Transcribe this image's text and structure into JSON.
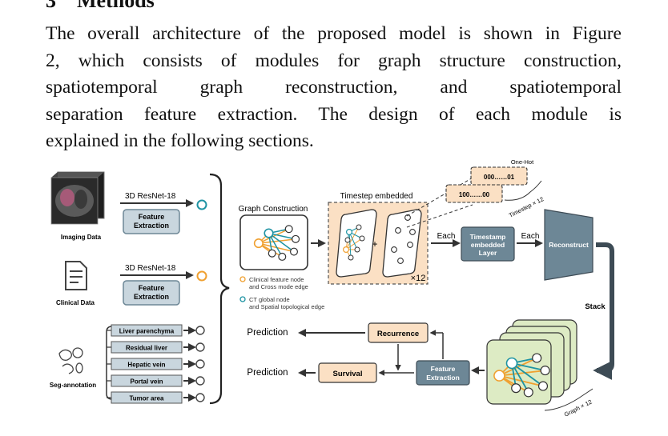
{
  "section": {
    "number": "3",
    "title": "Methods"
  },
  "paragraph_lines": [
    "The overall architecture of the proposed model is shown in Figure",
    "2, which consists of modules for graph structure construction,",
    "spatiotemporal graph reconstruction, and spatiotemporal",
    "separation feature extraction. The design of each module is",
    "explained in the following sections."
  ],
  "figure": {
    "inputs": {
      "imaging_label": "Imaging Data",
      "clinical_label": "Clinical Data",
      "seg_label": "Seg-annotation",
      "resnet_label_1": "3D ResNet-18",
      "resnet_label_2": "3D ResNet-18",
      "feature_extraction_1": [
        "Feature",
        "Extraction"
      ],
      "feature_extraction_2": [
        "Feature",
        "Extraction"
      ],
      "seg_items": [
        "Liver parenchyma",
        "Residual liver",
        "Hepatic vein",
        "Portal vein",
        "Tumor area"
      ]
    },
    "graph_construction": {
      "title": "Graph Construction",
      "legend_orange": [
        "Clinical feature node",
        "and Cross mode edge"
      ],
      "legend_teal": [
        "CT global node",
        "and Spatial topological edge"
      ]
    },
    "timestep": {
      "title": "Timestep embedded",
      "plus": "+",
      "times12": "×12",
      "onehot_label": "One-Hot",
      "onehot_1": "000……01",
      "onehot_2": "100……00",
      "timestep_x12": "Timestep × 12"
    },
    "timestamp_layer": [
      "Timestamp",
      "embedded",
      "Layer"
    ],
    "each_1": "Each",
    "each_2": "Each",
    "reconstruct": "Reconstruct",
    "stack": "Stack",
    "graph_x12": "Graph × 12",
    "bottom": {
      "recurrence": "Recurrence",
      "survival": "Survival",
      "prediction_1": "Prediction",
      "prediction_2": "Prediction",
      "feature_extraction": [
        "Feature",
        "Extraction"
      ]
    },
    "colors": {
      "teal": "#1e93a3",
      "orange": "#f0a030",
      "box_blue": "#6d8796",
      "box_light": "#c9d6de",
      "peach": "#fbe0c4",
      "dark": "#3d4b55",
      "green": "#ddebc4"
    }
  }
}
